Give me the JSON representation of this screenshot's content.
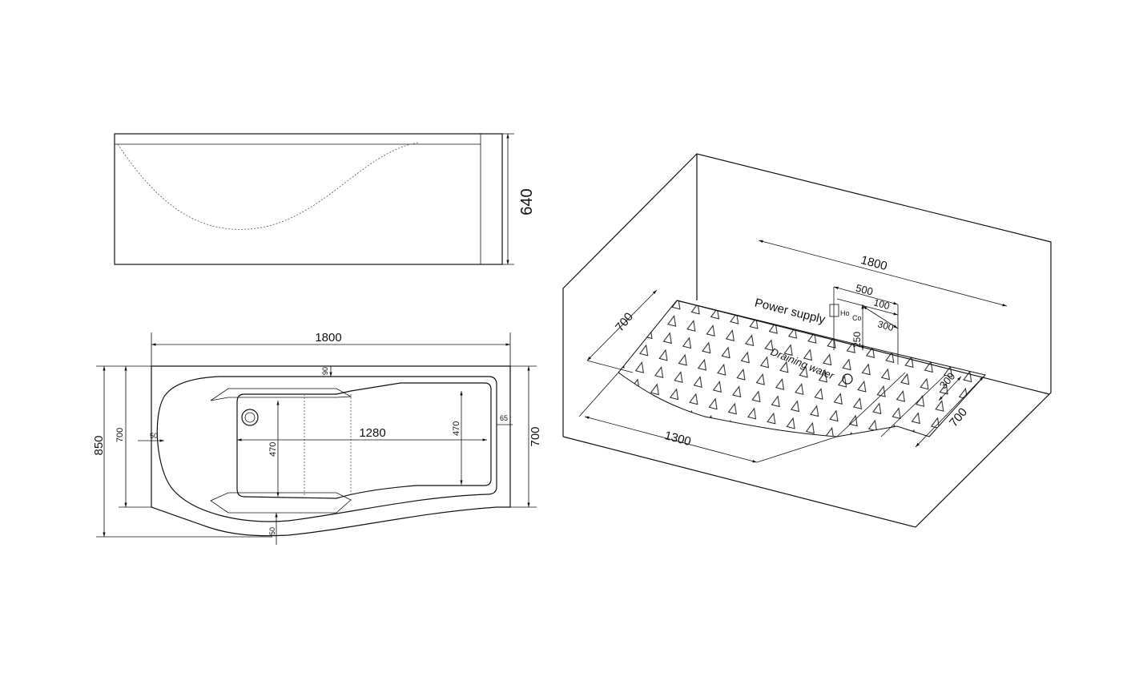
{
  "front_view": {
    "height": "640"
  },
  "top_view": {
    "length": "1800",
    "width_total": "850",
    "width_left": "700",
    "width_right": "700",
    "rim_top": "90",
    "rim_left": "50",
    "rim_right": "65",
    "rim_bottom": "50",
    "inner_length": "1280",
    "inner_width_left": "470",
    "inner_width_right": "470"
  },
  "installation_view": {
    "length": "1800",
    "width_left": "700",
    "width_right": "700",
    "front_length": "1300",
    "right_offset": "300",
    "power_supply": "Power supply",
    "draining_water": "Draining water",
    "hot": "Ho",
    "cold": "Co",
    "pipe_span": "500",
    "pipe_gap": "100",
    "pipe_offset": "300",
    "pipe_height": "250"
  }
}
